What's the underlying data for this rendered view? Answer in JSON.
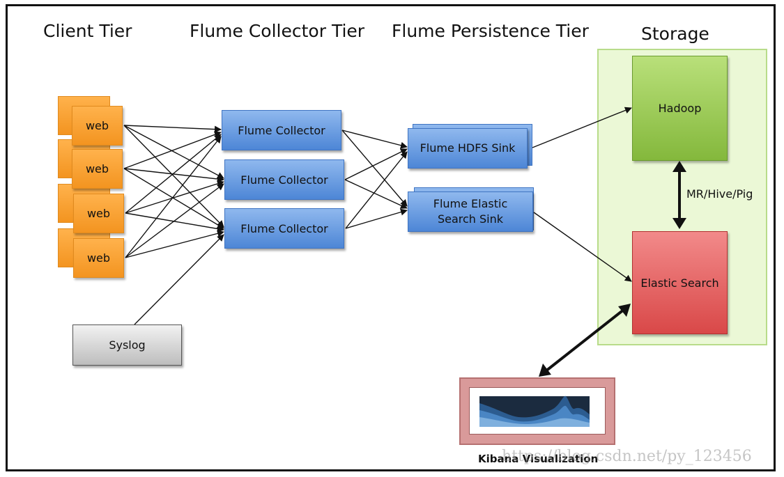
{
  "tiers": {
    "client": "Client Tier",
    "collector": "Flume Collector Tier",
    "persistence": "Flume Persistence Tier",
    "storage": "Storage"
  },
  "clients": {
    "web_label": "web",
    "syslog_label": "Syslog"
  },
  "collectors": {
    "label": "Flume Collector"
  },
  "sinks": {
    "hdfs": "Flume HDFS Sink",
    "elastic_line1": "Flume Elastic",
    "elastic_line2": "Search Sink"
  },
  "storage": {
    "hadoop": "Hadoop",
    "elastic_search": "Elastic Search",
    "link_label": "MR/Hive/Pig"
  },
  "kibana": {
    "label": "Kibana Visualization"
  },
  "watermark": "https://blog.csdn.net/py_123456",
  "colors": {
    "web": "#f39420",
    "flume": "#4d86d6",
    "syslog": "#bdbdbd",
    "hadoop": "#84b83c",
    "elastic": "#d94848",
    "storage_panel": "#ebf8d6",
    "kibana_frame": "#d99a9a"
  }
}
